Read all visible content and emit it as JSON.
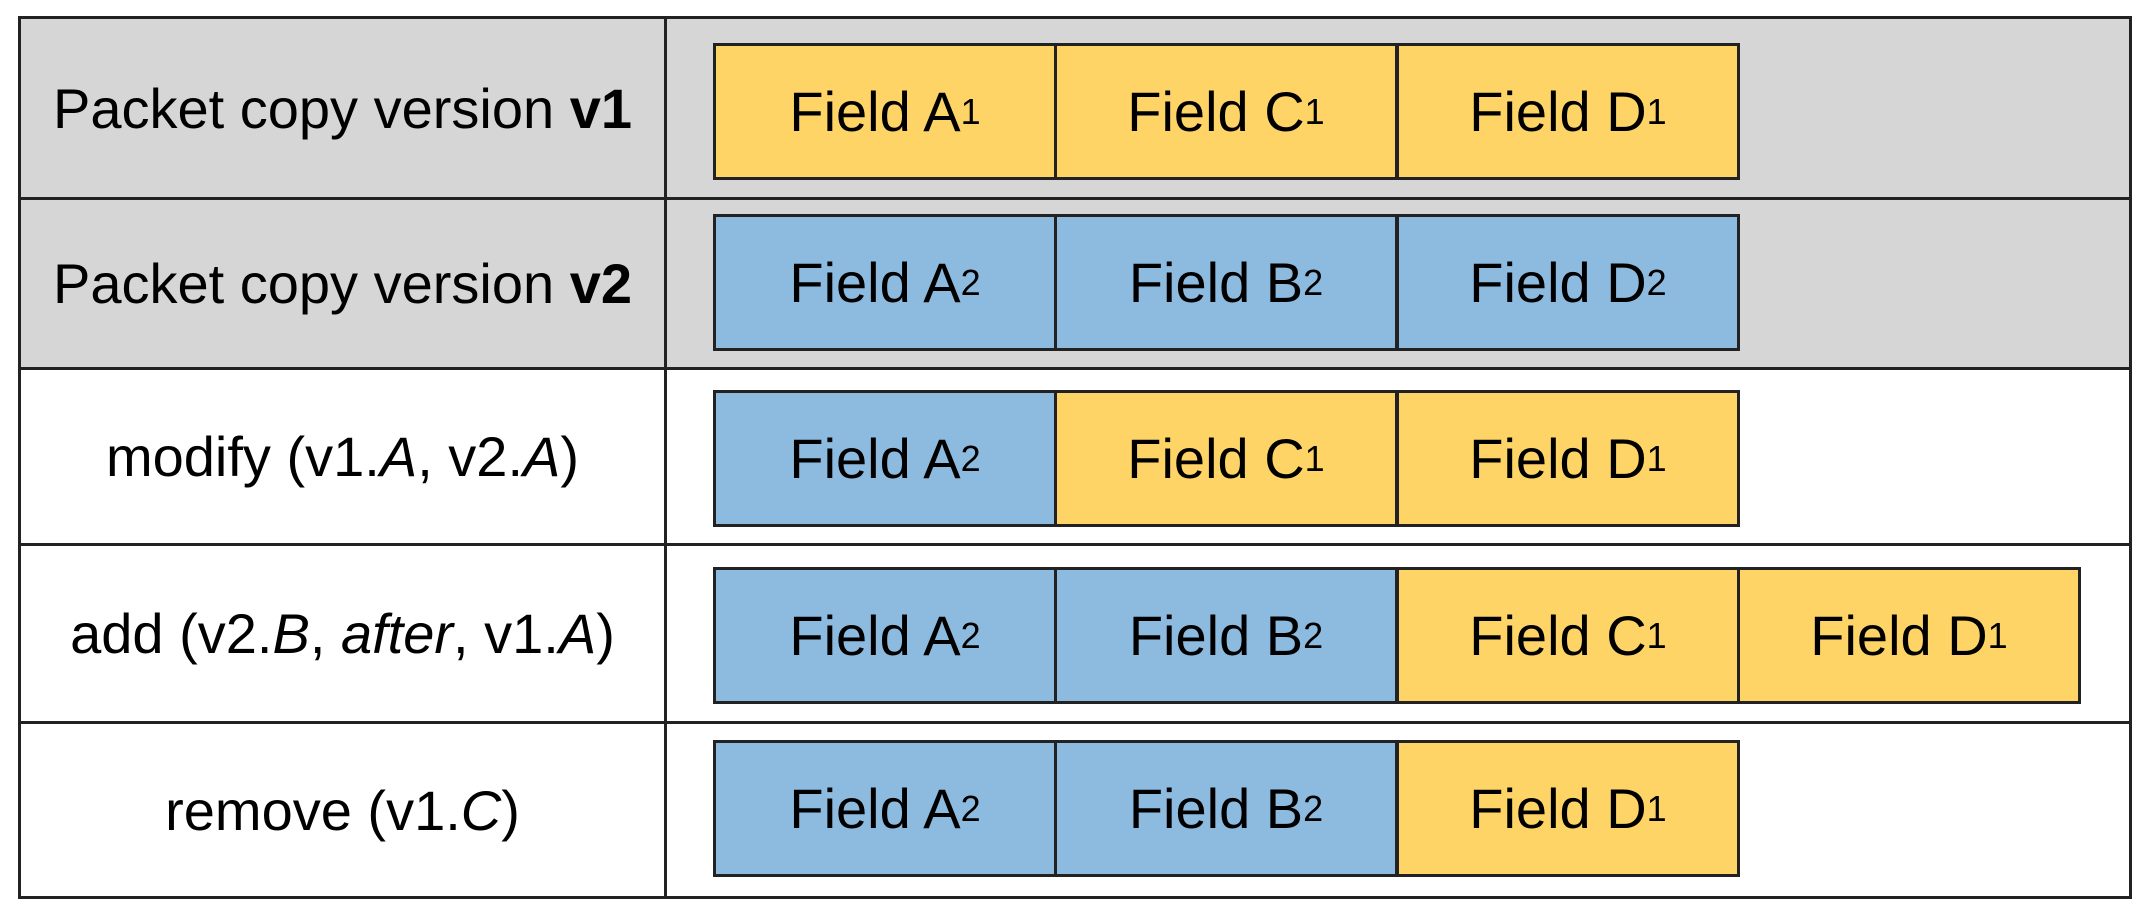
{
  "colors": {
    "yellow": "#ffd466",
    "blue": "#8dbadf",
    "shaded_row": "#d6d6d6",
    "border": "#222222"
  },
  "rows": [
    {
      "label_prefix": "Packet copy version ",
      "label_bold": "v1",
      "fields": [
        {
          "text": "Field A",
          "sub": "1",
          "color": "yellow"
        },
        {
          "text": "Field C",
          "sub": "1",
          "color": "yellow"
        },
        {
          "text": "Field D",
          "sub": "1",
          "color": "yellow"
        }
      ]
    },
    {
      "label_prefix": "Packet copy version ",
      "label_bold": "v2",
      "fields": [
        {
          "text": "Field A",
          "sub": "2",
          "color": "blue"
        },
        {
          "text": "Field B",
          "sub": "2",
          "color": "blue"
        },
        {
          "text": "Field D",
          "sub": "2",
          "color": "blue"
        }
      ]
    },
    {
      "label_parts": [
        "modify (v1.",
        "A",
        ", v2.",
        "A",
        ")"
      ],
      "fields": [
        {
          "text": "Field A",
          "sub": "2",
          "color": "blue"
        },
        {
          "text": "Field C",
          "sub": "1",
          "color": "yellow"
        },
        {
          "text": "Field D",
          "sub": "1",
          "color": "yellow"
        }
      ]
    },
    {
      "label_parts": [
        "add (v2.",
        "B",
        ", ",
        "after",
        ", v1.",
        "A",
        ")"
      ],
      "fields": [
        {
          "text": "Field A",
          "sub": "2",
          "color": "blue"
        },
        {
          "text": "Field B",
          "sub": "2",
          "color": "blue"
        },
        {
          "text": "Field C",
          "sub": "1",
          "color": "yellow"
        },
        {
          "text": "Field D",
          "sub": "1",
          "color": "yellow"
        }
      ]
    },
    {
      "label_parts": [
        "remove (v1.",
        "C",
        ")"
      ],
      "fields": [
        {
          "text": "Field A",
          "sub": "2",
          "color": "blue"
        },
        {
          "text": "Field B",
          "sub": "2",
          "color": "blue"
        },
        {
          "text": "Field D",
          "sub": "1",
          "color": "yellow"
        }
      ]
    }
  ]
}
